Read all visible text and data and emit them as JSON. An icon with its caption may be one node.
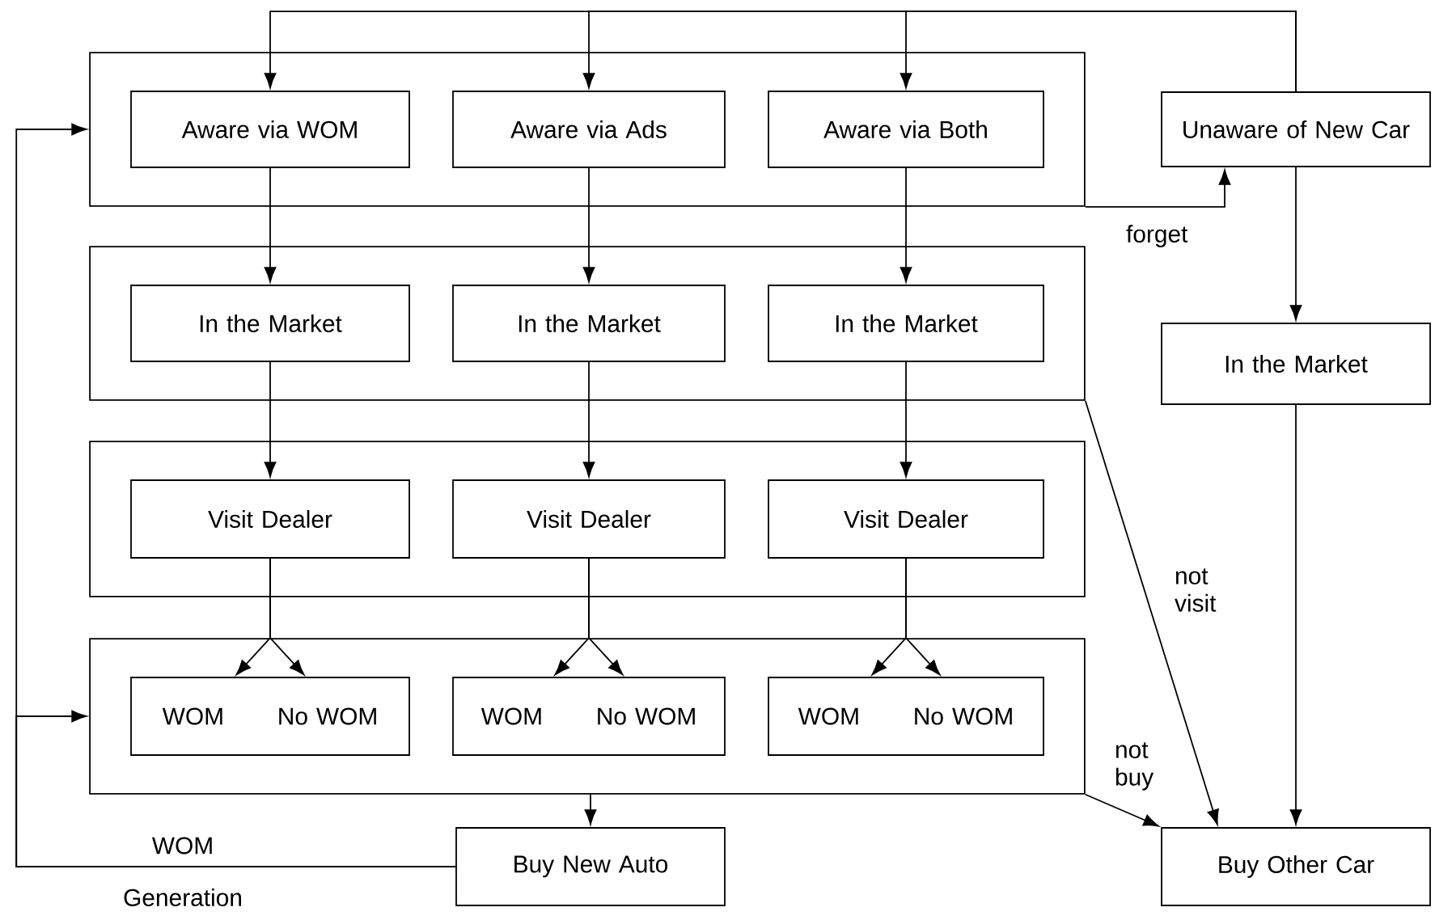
{
  "diagram": {
    "nodes": [
      {
        "text": [],
        "shape": "box"
      },
      {
        "text": [
          "Aware via WOM"
        ],
        "in": 0
      },
      {
        "text": [
          "Aware via Ads"
        ],
        "in": 0
      },
      {
        "text": [
          "Aware via Both"
        ],
        "in": 0
      },
      {
        "text": [
          "Unaware of New Car"
        ]
      },
      {
        "text": [],
        "shape": "box"
      },
      {
        "text": [
          "In the Market"
        ],
        "in": 5
      },
      {
        "text": [
          "In the Market"
        ],
        "in": 5
      },
      {
        "text": [
          "In the Market"
        ],
        "in": 5
      },
      {
        "text": [
          "In the Market"
        ]
      },
      {
        "text": [],
        "shape": "box"
      },
      {
        "text": [
          "Visit Dealer"
        ],
        "in": 10
      },
      {
        "text": [
          "Visit Dealer"
        ],
        "in": 10
      },
      {
        "text": [
          "Visit Dealer"
        ],
        "in": 10
      },
      {
        "text": [],
        "shape": "box"
      },
      {
        "text": [
          "WOM",
          "No WOM"
        ],
        "in": 14
      },
      {
        "text": [
          "WOM",
          "No WOM"
        ],
        "in": 14
      },
      {
        "text": [
          "WOM",
          "No WOM"
        ],
        "in": 14
      },
      {
        "text": [
          "Buy New Auto"
        ]
      },
      {
        "text": [
          "Buy Other Car"
        ]
      }
    ],
    "edges": [
      {
        "from": 4,
        "to": 1,
        "arrow": "to"
      },
      {
        "from": 4,
        "to": 2,
        "arrow": "to"
      },
      {
        "from": 4,
        "to": 3,
        "arrow": "to"
      },
      {
        "from": 0,
        "to": 4,
        "arrow": "to",
        "label": "forget"
      },
      {
        "from": 4,
        "to": 9,
        "arrow": "to"
      },
      {
        "from": 1,
        "to": 6,
        "arrow": "to"
      },
      {
        "from": 2,
        "to": 7,
        "arrow": "to"
      },
      {
        "from": 3,
        "to": 8,
        "arrow": "to"
      },
      {
        "from": 6,
        "to": 11,
        "arrow": "to"
      },
      {
        "from": 7,
        "to": 12,
        "arrow": "to"
      },
      {
        "from": 8,
        "to": 13,
        "arrow": "to"
      },
      {
        "from": 11,
        "to": 15,
        "arrow": "to"
      },
      {
        "from": 11,
        "to": 15,
        "arrow": "to"
      },
      {
        "from": 12,
        "to": 16,
        "arrow": "to"
      },
      {
        "from": 12,
        "to": 16,
        "arrow": "to"
      },
      {
        "from": 13,
        "to": 17,
        "arrow": "to"
      },
      {
        "from": 13,
        "to": 17,
        "arrow": "to"
      },
      {
        "from": 14,
        "to": 18,
        "arrow": "to"
      },
      {
        "from": 5,
        "to": 19,
        "arrow": "to",
        "label": "not visit"
      },
      {
        "from": 14,
        "to": 19,
        "arrow": "to",
        "label": "not buy"
      },
      {
        "from": 9,
        "to": 19,
        "arrow": "to"
      },
      {
        "from": 18,
        "to": 0,
        "arrow": "to"
      },
      {
        "from": 18,
        "to": 14,
        "arrow": "to"
      }
    ],
    "labels": [
      "WOM",
      "Generation"
    ]
  }
}
